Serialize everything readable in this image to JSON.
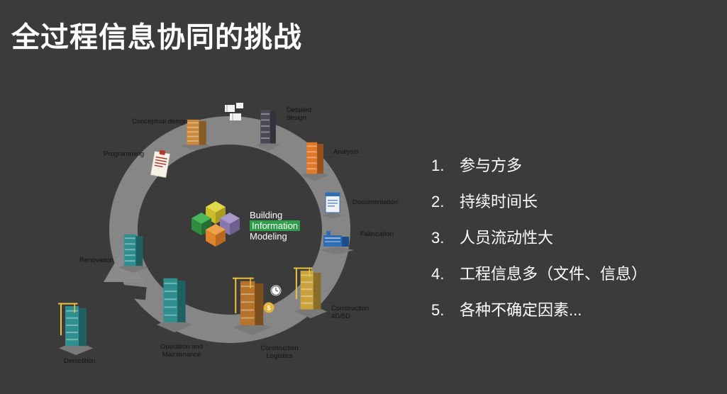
{
  "title": "全过程信息协同的挑战",
  "colors": {
    "background": "#3b3b3b",
    "ring": "#8a8a8a",
    "bim_green": "#2e9e49"
  },
  "diagram": {
    "center": {
      "line1": "Building",
      "line2": "Information",
      "line3": "Modeling"
    },
    "badges": {
      "cost_symbol": "$"
    },
    "stages": [
      {
        "label": "Conceptual design"
      },
      {
        "label": "Detailed design"
      },
      {
        "label": "Analysis"
      },
      {
        "label": "Documentation"
      },
      {
        "label": "Fabrication"
      },
      {
        "label": "Construction 4D/5D"
      },
      {
        "label": "Construction Logistics"
      },
      {
        "label": "Operation and Maintenance"
      },
      {
        "label": "Demolition"
      },
      {
        "label": "Renovation"
      },
      {
        "label": "Programming"
      }
    ]
  },
  "list": {
    "items": [
      {
        "num": "1.",
        "text": "参与方多"
      },
      {
        "num": "2.",
        "text": "持续时间长"
      },
      {
        "num": "3.",
        "text": "人员流动性大"
      },
      {
        "num": "4.",
        "text": "工程信息多（文件、信息）"
      },
      {
        "num": "5.",
        "text": "各种不确定因素..."
      }
    ]
  }
}
